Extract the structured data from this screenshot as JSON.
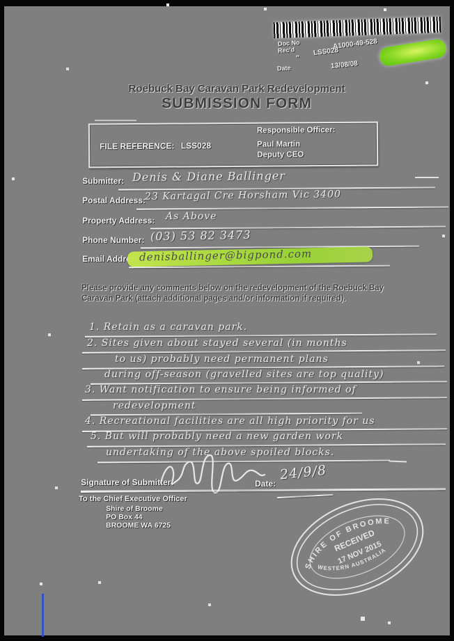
{
  "title": {
    "line1": "Roebuck Bay Caravan Park Redevelopment",
    "line2": "SUBMISSION FORM"
  },
  "received_stamp": {
    "doc_no_label": "Doc No",
    "recd_label": "Rec'd",
    "date_label": "Date",
    "doc_no_value": "A1000-49-528",
    "recd_value": "LSS028",
    "date_value": "13/08/08",
    "ditto_marks": "\""
  },
  "file_box": {
    "file_reference_label": "FILE REFERENCE:",
    "file_reference_value": "LSS028",
    "responsible_officer_label": "Responsible Officer:",
    "officer_name": "Paul Martin",
    "officer_title": "Deputy CEO"
  },
  "fields": [
    {
      "label": "Submitter:",
      "value": "Denis & Diane Ballinger"
    },
    {
      "label": "Postal Address:",
      "value": "23 Kartagal Cre Horsham Vic 3400"
    },
    {
      "label": "Property Address:",
      "value": "As  Above"
    },
    {
      "label": "Phone Number:",
      "value": "(03)  53 82 3473"
    },
    {
      "label": "Email Address:",
      "value": "denisballinger@bigpond.com"
    }
  ],
  "instructions": "Please provide any comments below on the redevelopment of the Roebuck Bay Caravan Park (attach additional pages and/or information if required).",
  "comments": {
    "lines": [
      "1.  Retain as a caravan park.",
      "2.  Sites given about stayed several (in months",
      "to us) probably need permanent plans",
      "during off-season (gravelled sites are top quality)",
      "3.  Want notification to ensure being informed of",
      "redevelopment",
      "4.  Recreational facilities are all high priority for us",
      "5.  But will probably need a new garden work",
      "undertaking of the above spoiled blocks."
    ]
  },
  "signature": {
    "label": "Signature of Submitter:",
    "date_label": "Date:",
    "date_value": "24/9/8"
  },
  "footer": {
    "line1": "To the Chief Executive Officer",
    "line2": "Shire of Broome",
    "line3": "PO Box 44",
    "line4": "BROOME WA 6725"
  },
  "oval_stamp": {
    "arc_top": "SHIRE OF BROOME",
    "arc_bottom": "WESTERN AUSTRALIA",
    "line1": "RECEIVED",
    "line2": "17 NOV 2015"
  },
  "colors": {
    "highlighter": "#84d621",
    "page_background": "#7f7f7f",
    "ink": "#ececec"
  }
}
